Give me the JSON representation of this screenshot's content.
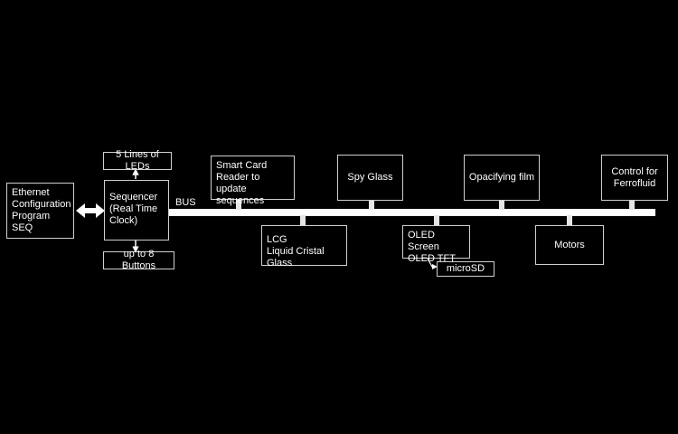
{
  "colors": {
    "background": "#000000",
    "line": "#ffffff",
    "box_border": "#cfcfcf"
  },
  "bus": {
    "label": "BUS"
  },
  "nodes": {
    "ethernet": "Ethernet\nConfiguration\nProgram SEQ",
    "sequencer": "Sequencer\n(Real Time\nClock)",
    "leds": "5 Lines of LEDs",
    "buttons": "up to 8 Buttons",
    "smart_card": "Smart Card\nReader to update\nsequences",
    "lcg": "LCG\nLiquid Cristal Glass",
    "spy_glass": "Spy Glass",
    "oled": "OLED Screen\nOLED TFT",
    "microsd": "microSD",
    "opacifying_film": "Opacifying film",
    "motors": "Motors",
    "ferrofluid": "Control for\nFerrofluid"
  }
}
